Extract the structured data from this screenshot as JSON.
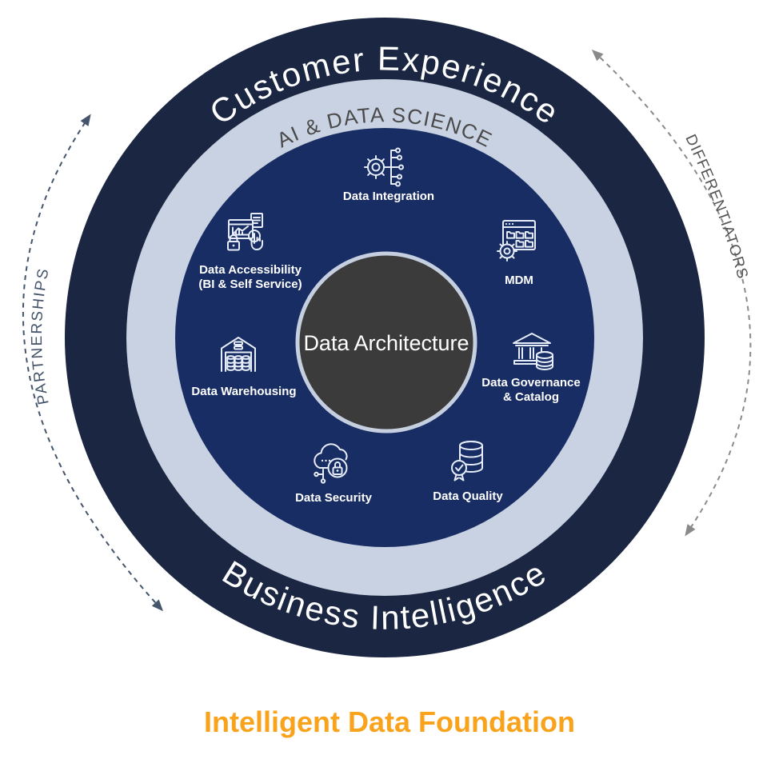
{
  "diagram": {
    "outer_ring": {
      "top_label": "Customer Experience",
      "bottom_label": "Business Intelligence",
      "color": "#1B2742"
    },
    "middle_ring": {
      "label": "AI & DATA SCIENCE",
      "color": "#C9D2E2"
    },
    "inner_circle": {
      "color": "#182D63"
    },
    "core": {
      "label": "Data Architecture",
      "color": "#3B3B3B",
      "border_color": "#C5CFDF"
    },
    "side_labels": {
      "left": "PARTNERSHIPS",
      "right": "DIFFERENTIATORS"
    },
    "arrows": {
      "left_color": "#44546A",
      "right_color": "#8A8A8A"
    },
    "capabilities": [
      {
        "label": "Data Integration",
        "icon": "gear-network-icon"
      },
      {
        "label": "MDM",
        "icon": "window-folders-gear-icon"
      },
      {
        "label": "Data Governance",
        "label2": "& Catalog",
        "icon": "bank-database-icon"
      },
      {
        "label": "Data Quality",
        "icon": "database-award-icon"
      },
      {
        "label": "Data Security",
        "icon": "cloud-lock-icon"
      },
      {
        "label": "Data Warehousing",
        "icon": "warehouse-database-icon"
      },
      {
        "label": "Data Accessibility",
        "label2": "(BI & Self Service)",
        "icon": "dashboard-touch-icon"
      }
    ],
    "footer_title": {
      "text": "Intelligent Data Foundation",
      "color": "#F9A21B"
    }
  }
}
